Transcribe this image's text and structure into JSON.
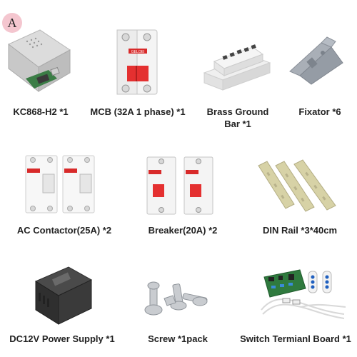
{
  "badge": "A",
  "items": [
    {
      "label": "KC868-H2 *1"
    },
    {
      "label": "MCB (32A 1 phase) *1"
    },
    {
      "label": "Brass Ground Bar *1"
    },
    {
      "label": "Fixator *6"
    },
    {
      "label": "AC Contactor(25A) *2"
    },
    {
      "label": "Breaker(20A) *2"
    },
    {
      "label": "DIN Rail *3*40cm"
    },
    {
      "label": "DC12V Power Supply  *1"
    },
    {
      "label": "Screw *1pack"
    },
    {
      "label": "Switch Termianl Board *1"
    }
  ],
  "product_text": {
    "brand": "GELOEI"
  }
}
